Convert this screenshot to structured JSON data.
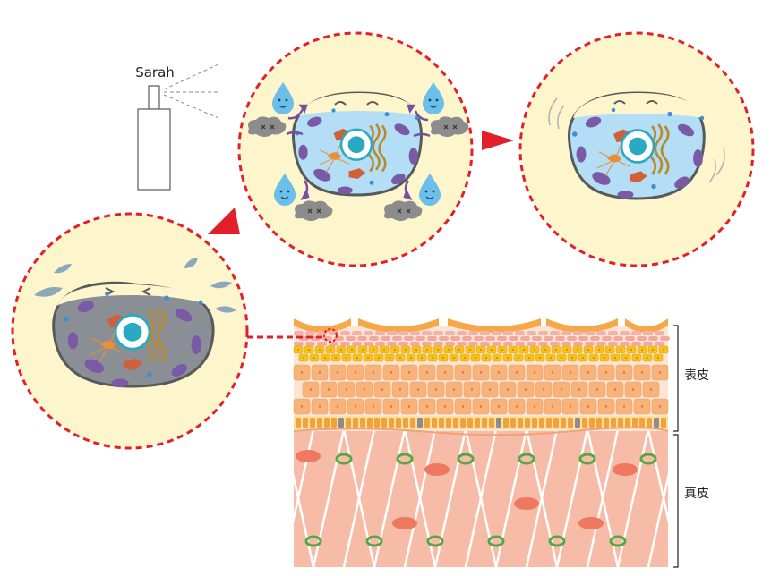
{
  "product_label": "Sarah",
  "layers": {
    "epidermis": "表皮",
    "dermis": "真皮"
  },
  "colors": {
    "dashed_circle": "#e2202b",
    "circle_fill": "#fdf6cc",
    "arrow": "#e2202b",
    "cell_fluid": "#b4def5",
    "dull_cell": "#8a8f95",
    "cell_outline": "#58595b",
    "nucleus": "#2aa9c3",
    "organelle_purple": "#7a5aa6",
    "organelle_orange": "#e78f3a",
    "water_drop": "#6bbfe8",
    "dust": "#8c8c8c",
    "skin_top": "#f6a74a",
    "stratum_yellow": "#f5c21b",
    "stratum_orange": "#f7b37a",
    "dermis": "#f7bca8",
    "collagen_ring": "#56a844",
    "dermis_spot": "#ef7960"
  }
}
